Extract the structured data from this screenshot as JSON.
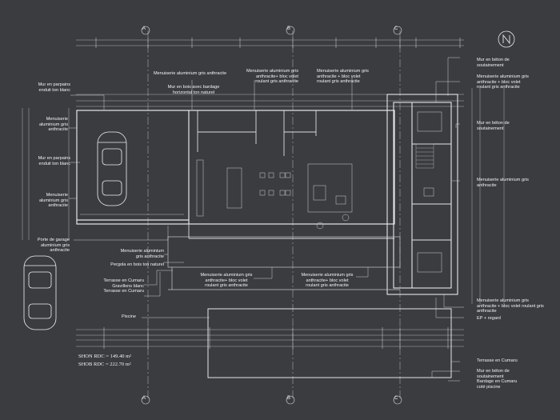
{
  "axes": {
    "left": "A",
    "middle": "B",
    "right": "C"
  },
  "labels": {
    "mur_parpains_top": [
      "Mur en parpains",
      "enduit ton blanc"
    ],
    "menuiserie_left_1": [
      "Menuiserie",
      "aluminium gris",
      "anthracite"
    ],
    "mur_parpains_mid": [
      "Mur en parpains",
      "enduit ton blanc"
    ],
    "menuiserie_left_2": [
      "Menuiserie",
      "aluminium gris",
      "anthracite"
    ],
    "porte_garage": [
      "Porte de garage",
      "aluminium gris",
      "anthracite"
    ],
    "menuiserie_top_1": [
      "Menuiserie aluminium gris anthracite"
    ],
    "mur_bois": [
      "Mur en bois avec bardage",
      "horizontal ton naturel"
    ],
    "menuiserie_top_2": [
      "Menuiserie aluminium gris",
      "anthracite+ bloc volet",
      "roulant gris anthracite"
    ],
    "menuiserie_top_3": [
      "Menuiserie aluminium gris",
      "anthracite + bloc volet",
      "roulant gris anthracite"
    ],
    "mur_beton_1": [
      "Mur en béton de",
      "soutainement"
    ],
    "menuiserie_right_1": [
      "Menuiserie aluminium gris",
      "anthracite + bloc volet",
      "roulant gris anthracite"
    ],
    "mur_beton_2": [
      "Mur en béton de",
      "soutainement"
    ],
    "menuiserie_right_2": [
      "Menuiserie aluminium gris",
      "anthracite"
    ],
    "menuiserie_pergola": [
      "Menuiserie aluminium",
      "gris anthracite"
    ],
    "pergola": "Pergola en bois ton naturel",
    "terrasse_graviers": [
      "Terrasse en Cumaru",
      "Gravillons blanc",
      "Terrasse en Cumaru"
    ],
    "menuiserie_bottom_1": [
      "Menuiserie aluminium gris",
      "anthracite+ bloc volet",
      "roulant gris anthracite"
    ],
    "menuiserie_bottom_2": [
      "Menuiserie aluminium gris",
      "anthracite+ bloc volet",
      "roulant gris anthracite"
    ],
    "menuiserie_right_3": [
      "Menuiserie aluminium gris",
      "anthracite + bloc volet roulant gris",
      "anthracite"
    ],
    "ep_regard": "EP + regard",
    "piscine": "Piscine",
    "terrasse_cumaru": "Terrasse en Cumaru",
    "mur_beton_3": [
      "Mur en béton de",
      "soutainement"
    ],
    "bardage": [
      "Bardage en Cumaru",
      "coté piscine"
    ]
  },
  "areas": {
    "shon": "SHON RDC = 149.40 m²",
    "shob": "SHOB RDC = 222.70 m²"
  }
}
